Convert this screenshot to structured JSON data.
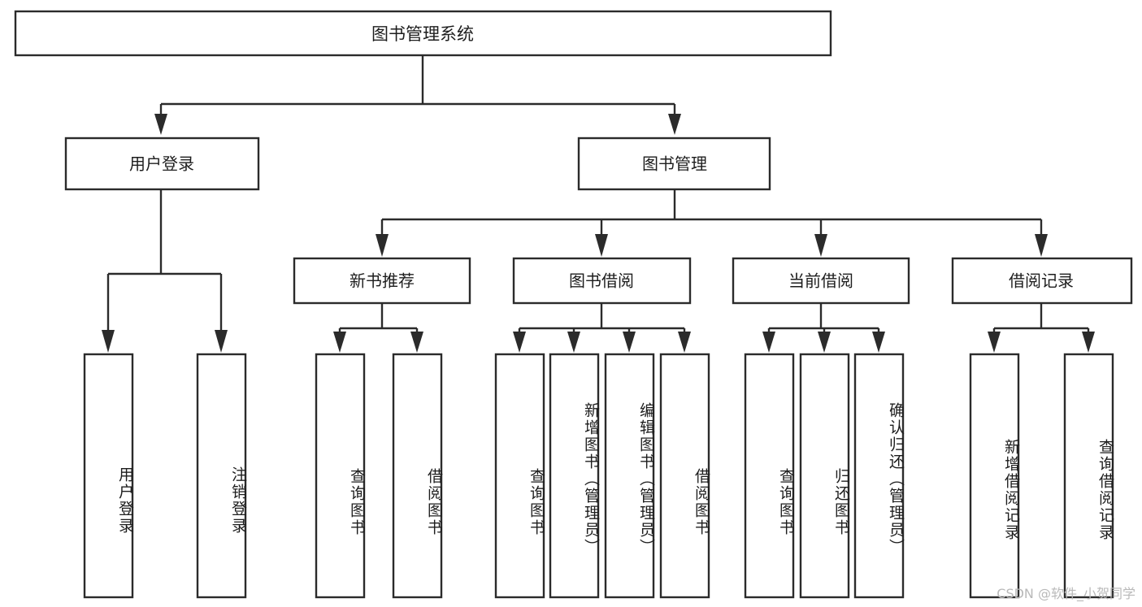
{
  "diagram": {
    "type": "tree-hierarchy",
    "title": "图书管理系统",
    "watermark": "CSDN @软件_小贺同学",
    "colors": {
      "background": "#ffffff",
      "stroke": "#2b2b2b",
      "text": "#1d1d1d",
      "watermark": "#b9b9b9"
    },
    "nodes": {
      "root": {
        "label": "图书管理系统",
        "orientation": "horizontal"
      },
      "level2": [
        {
          "id": "user-login",
          "label": "用户登录",
          "orientation": "horizontal"
        },
        {
          "id": "book-manage",
          "label": "图书管理",
          "orientation": "horizontal"
        }
      ],
      "level3": [
        {
          "id": "new-book-recommend",
          "label": "新书推荐",
          "orientation": "horizontal"
        },
        {
          "id": "book-borrow",
          "label": "图书借阅",
          "orientation": "horizontal"
        },
        {
          "id": "current-borrow",
          "label": "当前借阅",
          "orientation": "horizontal"
        },
        {
          "id": "borrow-record",
          "label": "借阅记录",
          "orientation": "horizontal"
        }
      ],
      "leaves": {
        "user-login": [
          {
            "id": "leaf-user-login",
            "label": "用户登录",
            "orientation": "vertical"
          },
          {
            "id": "leaf-user-logout",
            "label": "注销登录",
            "orientation": "vertical"
          }
        ],
        "new-book-recommend": [
          {
            "id": "leaf-query-book-1",
            "label": "查询图书",
            "orientation": "vertical"
          },
          {
            "id": "leaf-borrow-book-1",
            "label": "借阅图书",
            "orientation": "vertical"
          }
        ],
        "book-borrow": [
          {
            "id": "leaf-query-book-2",
            "label": "查询图书",
            "orientation": "vertical"
          },
          {
            "id": "leaf-add-book",
            "label": "新增图书（管理员）",
            "orientation": "vertical"
          },
          {
            "id": "leaf-edit-book",
            "label": "编辑图书（管理员）",
            "orientation": "vertical"
          },
          {
            "id": "leaf-borrow-book-2",
            "label": "借阅图书",
            "orientation": "vertical"
          }
        ],
        "current-borrow": [
          {
            "id": "leaf-query-book-3",
            "label": "查询图书",
            "orientation": "vertical"
          },
          {
            "id": "leaf-return-book",
            "label": "归还图书",
            "orientation": "vertical"
          },
          {
            "id": "leaf-confirm-return",
            "label": "确认归还（管理员）",
            "orientation": "vertical"
          }
        ],
        "borrow-record": [
          {
            "id": "leaf-add-record",
            "label": "新增借阅记录",
            "orientation": "vertical"
          },
          {
            "id": "leaf-query-record",
            "label": "查询借阅记录",
            "orientation": "vertical"
          }
        ]
      }
    }
  }
}
